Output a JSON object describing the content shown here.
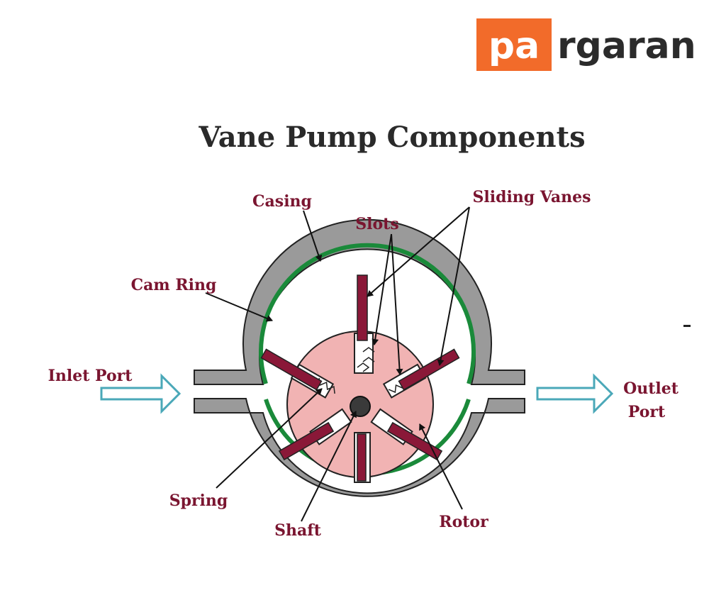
{
  "logo": {
    "part1": "pa",
    "part2": "rgaran"
  },
  "title": "Vane Pump Components",
  "labels": {
    "casing": "Casing",
    "slots": "Slots",
    "sliding_vanes": "Sliding Vanes",
    "cam_ring": "Cam Ring",
    "inlet_port": "Inlet Port",
    "outlet_line1": "Outlet",
    "outlet_line2": "Port",
    "spring": "Spring",
    "shaft": "Shaft",
    "rotor": "Rotor"
  },
  "colors": {
    "logo_orange": "#f26b2a",
    "logo_dark": "#2b2b2b",
    "casing": "#9a9a9a",
    "cam_ring": "#1a8a3a",
    "rotor": "#f1b3b3",
    "vane": "#8a1838",
    "label": "#7a1530",
    "arrow_port": "#4aa8b8"
  }
}
